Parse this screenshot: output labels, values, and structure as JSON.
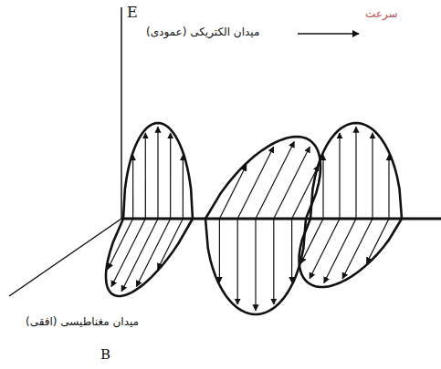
{
  "diagram": {
    "labels": [
      "E",
      "سرعت",
      "میدان الکتریکی (عمودی)",
      "میدان مغناطیسی (افقی)",
      "B"
    ]
  }
}
